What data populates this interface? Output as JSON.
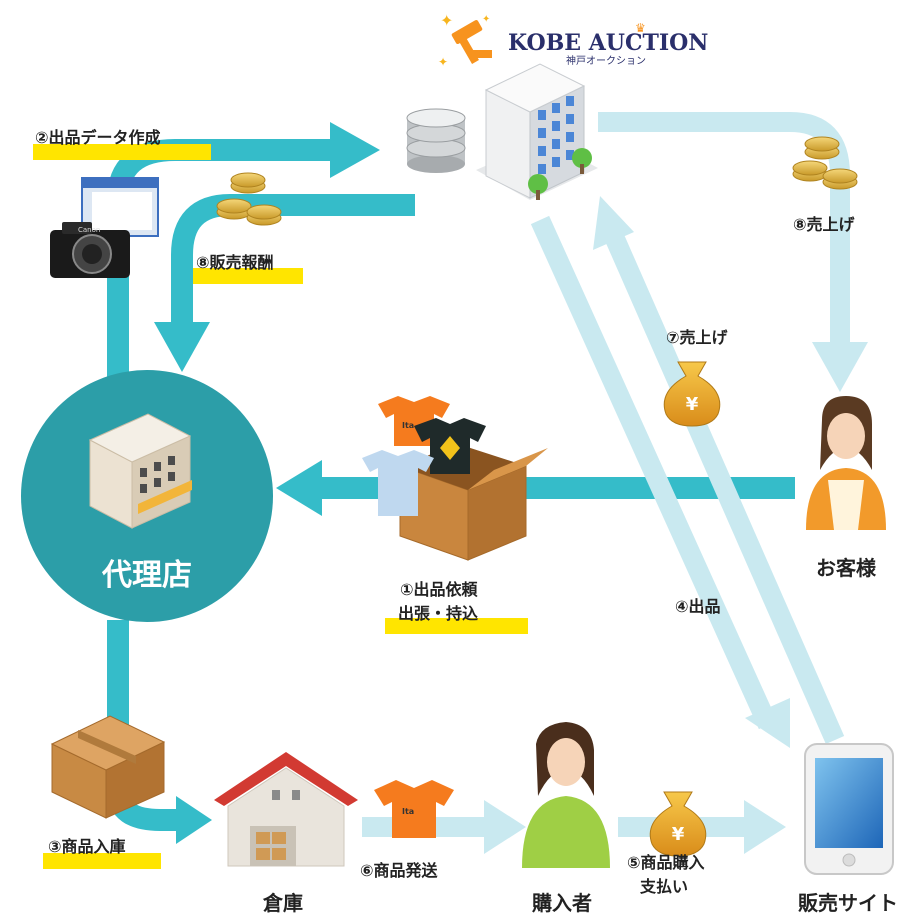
{
  "logo": {
    "name": "KOBE AUCTION",
    "subtitle": "神戸オークション"
  },
  "nodes": {
    "agency": "代理店",
    "warehouse": "倉庫",
    "buyer": "購入者",
    "customer": "お客様",
    "sales_site": "販売サイト"
  },
  "steps": {
    "s1_line1": "①出品依頼",
    "s1_line2": "出張・持込",
    "s2": "②出品データ作成",
    "s3": "③商品入庫",
    "s4": "④出品",
    "s5_line1": "⑤商品購入",
    "s5_line2": "支払い",
    "s6": "⑥商品発送",
    "s7": "⑦売上げ",
    "s8a": "⑧販売報酬",
    "s8b": "⑧売上げ"
  },
  "icons": {
    "yen_symbol": "¥",
    "camera_brand": "Canon",
    "tshirt_text": "Ita"
  },
  "colors": {
    "teal": "#35bcc9",
    "light_blue": "#c9e9f0",
    "highlight": "#ffe500",
    "agency_circle": "#2c9ea8",
    "orange": "#f07a12"
  }
}
